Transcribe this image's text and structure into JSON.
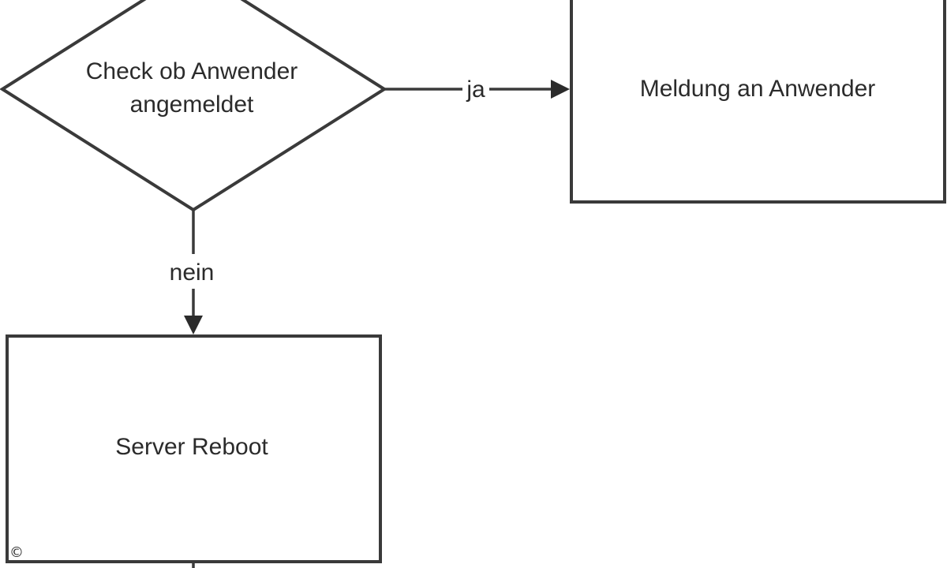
{
  "diagram": {
    "nodes": {
      "check": {
        "line1": "Check ob Anwender",
        "line2": "angemeldet"
      },
      "message": {
        "label": "Meldung an Anwender"
      },
      "reboot": {
        "label": "Server Reboot"
      }
    },
    "edges": {
      "yes": {
        "label": "ja"
      },
      "no": {
        "label": "nein"
      }
    }
  },
  "copyright": "©"
}
